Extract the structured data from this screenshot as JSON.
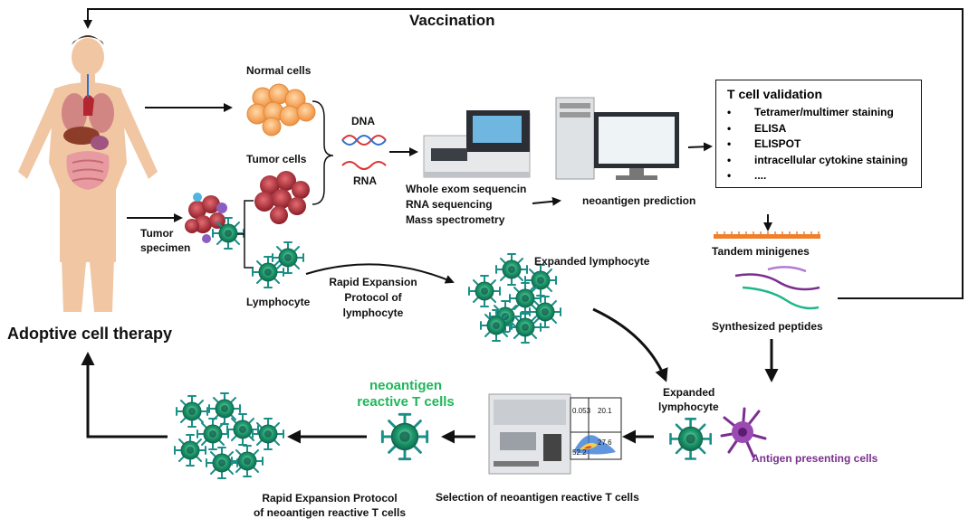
{
  "labels": {
    "vaccination": "Vaccination",
    "adoptive_cell_therapy": "Adoptive cell therapy",
    "normal_cells": "Normal cells",
    "tumor_cells": "Tumor cells",
    "tumor_specimen_line1": "Tumor",
    "tumor_specimen_line2": "specimen",
    "lymphocyte": "Lymphocyte",
    "dna": "DNA",
    "rna": "RNA",
    "sequencing_line1": "Whole exom sequencin",
    "sequencing_line2": "RNA sequencing",
    "sequencing_line3": "Mass spectrometry",
    "neoantigen_prediction": "neoantigen prediction",
    "tandem_minigenes": "Tandem minigenes",
    "synthesized_peptides": "Synthesized peptides",
    "rep_line1": "Rapid Expansion",
    "rep_line2": "Protocol of",
    "rep_line3": "lymphocyte",
    "expanded_lymphocyte_top": "Expanded lymphocyte",
    "expanded_lymphocyte_line1": "Expanded",
    "expanded_lymphocyte_line2": "lymphocyte",
    "antigen_presenting_cells": "Antigen presenting cells",
    "selection": "Selection of neoantigen reactive T cells",
    "reactive_line1": "neoantigen",
    "reactive_line2": "reactive T cells",
    "rep_neo_line1": "Rapid Expansion Protocol",
    "rep_neo_line2": "of neoantigen reactive T cells"
  },
  "validation": {
    "title": "T cell validation",
    "items": [
      "Tetramer/multimer staining",
      "ELISA",
      "ELISPOT",
      "intracellular cytokine staining",
      "...."
    ]
  },
  "flow_plot": {
    "q1": "0.053",
    "q2": "20.1",
    "q3": "52.2",
    "q4": "27.6"
  },
  "colors": {
    "cell_green": "#1e9a6b",
    "receptor_teal": "#1a8f88",
    "reactive_green": "#1fb65a",
    "apc_purple": "#7a2f8f",
    "tumor_red": "#b5343b",
    "normal_orange": "#f4a45a",
    "arrow": "#111111"
  }
}
